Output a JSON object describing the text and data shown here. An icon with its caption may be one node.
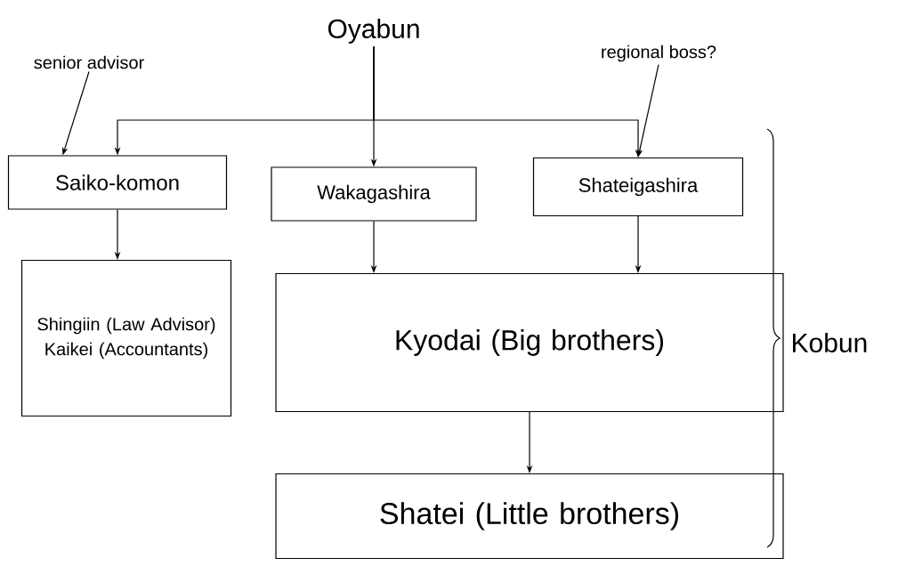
{
  "diagram": {
    "nodes": [
      {
        "text": [
          "Oyabun"
        ]
      },
      {
        "text": [
          "senior advisor"
        ]
      },
      {
        "text": [
          "regional boss?"
        ]
      },
      {
        "text": [
          "Saiko-komon"
        ]
      },
      {
        "text": [
          "Wakagashira"
        ]
      },
      {
        "text": [
          "Shateigashira"
        ]
      },
      {
        "text": [
          "Shingiin (Law Advisor)",
          "Kaikei (Accountants)"
        ]
      },
      {
        "text": [
          "Kyodai (Big brothers)"
        ]
      },
      {
        "text": [
          "Shatei (Little brothers)"
        ]
      }
    ],
    "edges": [
      {
        "from": 0,
        "to": 3,
        "arrow": "to"
      },
      {
        "from": 0,
        "to": 4,
        "arrow": "to"
      },
      {
        "from": 0,
        "to": 5,
        "arrow": "to"
      },
      {
        "from": 1,
        "to": 3,
        "arrow": "to"
      },
      {
        "from": 2,
        "to": 5,
        "arrow": "to"
      },
      {
        "from": 3,
        "to": 6,
        "arrow": "to"
      },
      {
        "from": 4,
        "to": 7,
        "arrow": "to"
      },
      {
        "from": 5,
        "to": 7,
        "arrow": "to"
      },
      {
        "from": 7,
        "to": 8,
        "arrow": "to"
      }
    ],
    "labels": [
      "Kobun"
    ]
  }
}
